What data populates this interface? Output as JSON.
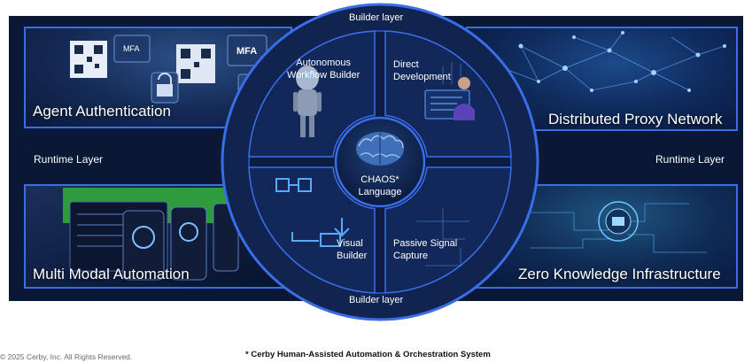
{
  "layers": {
    "builder_top": "Builder layer",
    "builder_bottom": "Builder layer",
    "runtime_left": "Runtime Layer",
    "runtime_right": "Runtime Layer"
  },
  "panels": {
    "top_left": "Agent Authentication",
    "top_right": "Distributed Proxy Network",
    "bottom_left": "Multi Modal Automation",
    "bottom_right": "Zero Knowledge Infrastructure"
  },
  "illustration_text": {
    "mfa_1": "MFA",
    "mfa_2": "MFA"
  },
  "segments": {
    "top_left": "Autonomous\nWorkflow Builder",
    "top_right": "Direct\nDevelopment",
    "bottom_left": "Visual\nBuilder",
    "bottom_right": "Passive Signal\nCapture"
  },
  "center": {
    "label": "CHAOS*\nLanguage"
  },
  "footer": {
    "copyright": "© 2025 Cerby, Inc. All Rights Reserved.",
    "footnote": "* Cerby Human-Assisted Automation & Orchestration System"
  },
  "colors": {
    "background": "#0a1836",
    "ring": "#10244f",
    "border": "#3a6ee8",
    "text": "#ffffff"
  }
}
